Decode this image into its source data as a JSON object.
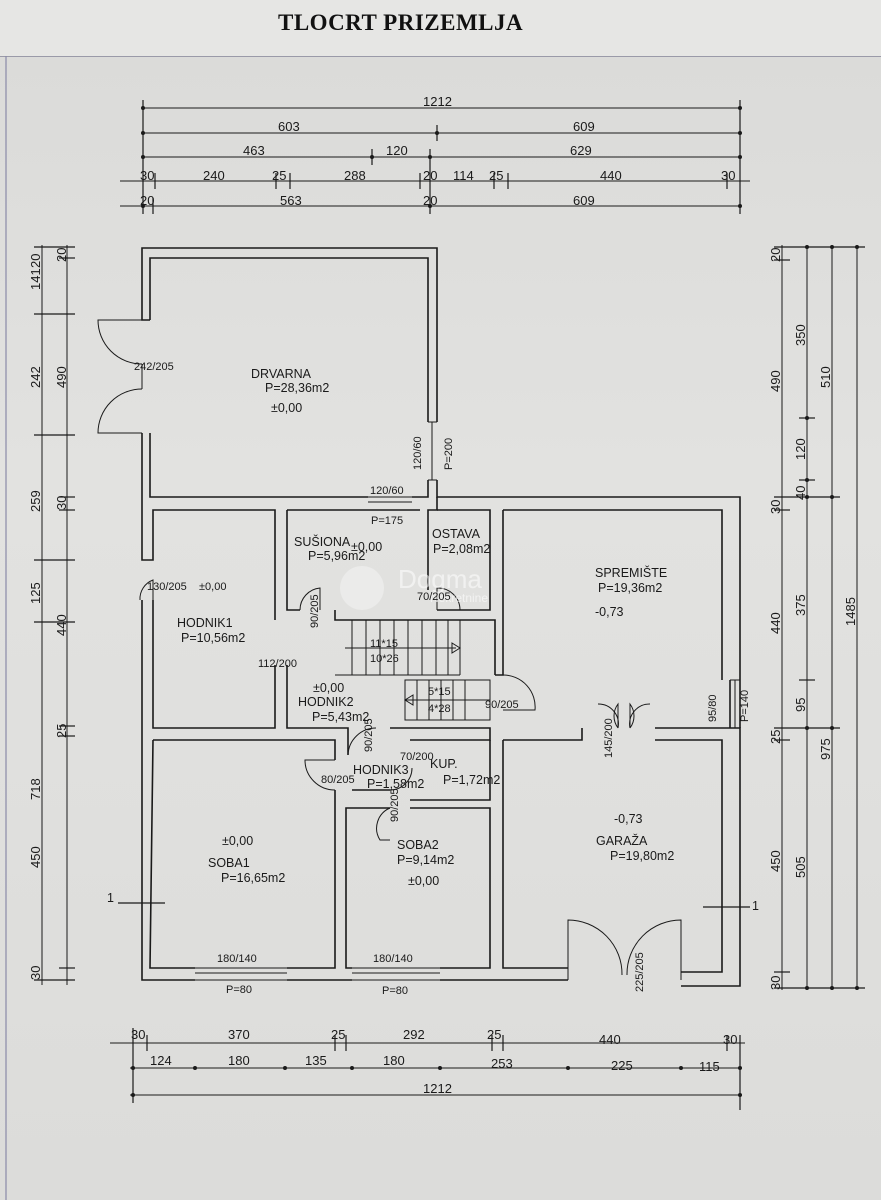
{
  "title": "TLOCRT PRIZEMLJA",
  "watermark": {
    "brand": "Dogma",
    "sub": "Nekretnine"
  },
  "top_dims": {
    "row1": [
      "1212"
    ],
    "row2": [
      "603",
      "609"
    ],
    "row3": [
      "463",
      "120",
      "629"
    ],
    "row4": [
      "30",
      "240",
      "25",
      "288",
      "20",
      "114",
      "25",
      "440",
      "30"
    ],
    "row5": [
      "20",
      "563",
      "20",
      "609"
    ]
  },
  "bottom_dims": {
    "row1": [
      "30",
      "370",
      "25",
      "292",
      "25",
      "440",
      "30"
    ],
    "row2": [
      "124",
      "180",
      "135",
      "180",
      "253",
      "225",
      "115"
    ],
    "row3": [
      "1212"
    ]
  },
  "left_dims": {
    "outer": [
      "20",
      "490",
      "259",
      "440",
      "718"
    ],
    "inner": [
      "20",
      "141",
      "242",
      "30",
      "125",
      "25",
      "450",
      "30"
    ]
  },
  "right_dims": {
    "c1": [
      "20",
      "490",
      "30",
      "440",
      "25",
      "450",
      "30"
    ],
    "c2": [
      "350",
      "120",
      "40",
      "375",
      "95",
      "505"
    ],
    "c3": [
      "510",
      "975"
    ],
    "c4": [
      "1485"
    ]
  },
  "rooms": {
    "drvarna": {
      "name": "DRVARNA",
      "area": "P=28,36m2",
      "level": "±0,00"
    },
    "susiona": {
      "name": "SUŠIONA",
      "level": "±0,00",
      "area": "P=5,96m2"
    },
    "ostava": {
      "name": "OSTAVA",
      "area": "P=2,08m2"
    },
    "spremiste": {
      "name": "SPREMIŠTE",
      "area": "P=19,36m2",
      "level": "-0,73"
    },
    "hodnik1": {
      "name": "HODNIK1",
      "area": "P=10,56m2"
    },
    "hodnik2": {
      "level": "±0,00",
      "name": "HODNIK2",
      "area": "P=5,43m2"
    },
    "hodnik3": {
      "name": "HODNIK3",
      "area": "P=1,58m2"
    },
    "kup": {
      "name": "KUP.",
      "area": "P=1,72m2"
    },
    "soba1": {
      "level": "±0,00",
      "name": "SOBA1",
      "area": "P=16,65m2"
    },
    "soba2": {
      "name": "SOBA2",
      "area": "P=9,14m2",
      "level": "±0,00"
    },
    "garaza": {
      "level": "-0,73",
      "name": "GARAŽA",
      "area": "P=19,80m2"
    }
  },
  "openings": {
    "d242": "242/205",
    "w120v": "120/60",
    "p200": "P=200",
    "w120h": "120/60",
    "p175": "P=175",
    "d130": "130/205",
    "d130lvl": "±0,00",
    "d90a": "90/205",
    "d70a": "70/205",
    "d112": "112/200",
    "stair1a": "11*15",
    "stair1b": "10*26",
    "stair2a": "5*15",
    "stair2b": "4*28",
    "d90b": "90/205",
    "w95": "95/80",
    "p140": "P=140",
    "d145": "145/200",
    "d90c": "90/205",
    "d70b": "70/200",
    "d80": "80/205",
    "d90d": "90/205",
    "w180a": "180/140",
    "p80a": "P=80",
    "w180b": "180/140",
    "p80b": "P=80",
    "d225": "225/205"
  },
  "section": {
    "left": "1",
    "right": "1"
  }
}
